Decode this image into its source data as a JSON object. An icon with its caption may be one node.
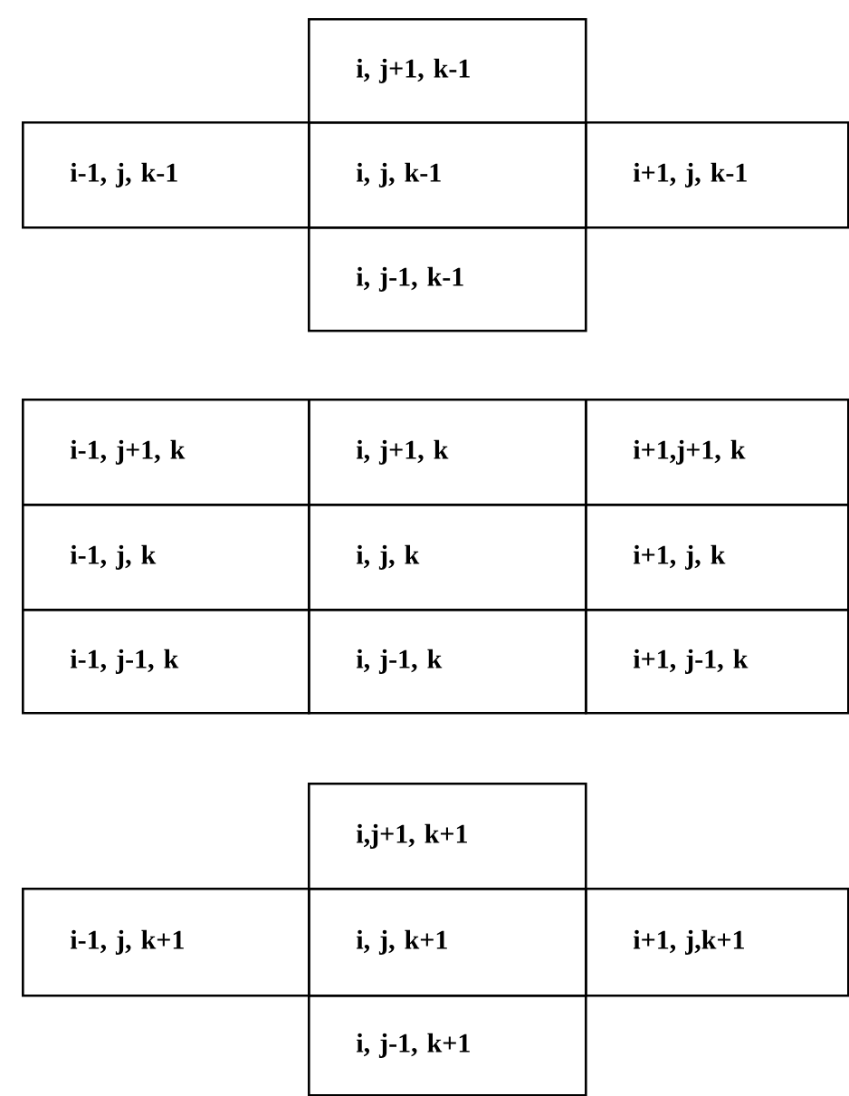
{
  "diagram": {
    "nodes": [
      {
        "text": [
          "i, j+1, k-1"
        ]
      },
      {
        "text": [
          "i-1, j, k-1"
        ]
      },
      {
        "text": [
          "i, j, k-1"
        ]
      },
      {
        "text": [
          "i+1, j, k-1"
        ]
      },
      {
        "text": [
          "i, j-1, k-1"
        ]
      },
      {
        "text": [
          "i-1, j+1, k"
        ]
      },
      {
        "text": [
          "i, j+1, k"
        ]
      },
      {
        "text": [
          "i+1,j+1, k"
        ]
      },
      {
        "text": [
          "i-1, j, k"
        ]
      },
      {
        "text": [
          "i, j, k"
        ]
      },
      {
        "text": [
          "i+1, j, k"
        ]
      },
      {
        "text": [
          "i-1, j-1, k"
        ]
      },
      {
        "text": [
          "i, j-1, k"
        ]
      },
      {
        "text": [
          "i+1, j-1, k"
        ]
      },
      {
        "text": [
          "i,j+1, k+1"
        ]
      },
      {
        "text": [
          "i-1, j, k+1"
        ]
      },
      {
        "text": [
          "i, j, k+1"
        ]
      },
      {
        "text": [
          "i+1, j,k+1"
        ]
      },
      {
        "text": [
          "i, j-1, k+1"
        ]
      }
    ]
  }
}
